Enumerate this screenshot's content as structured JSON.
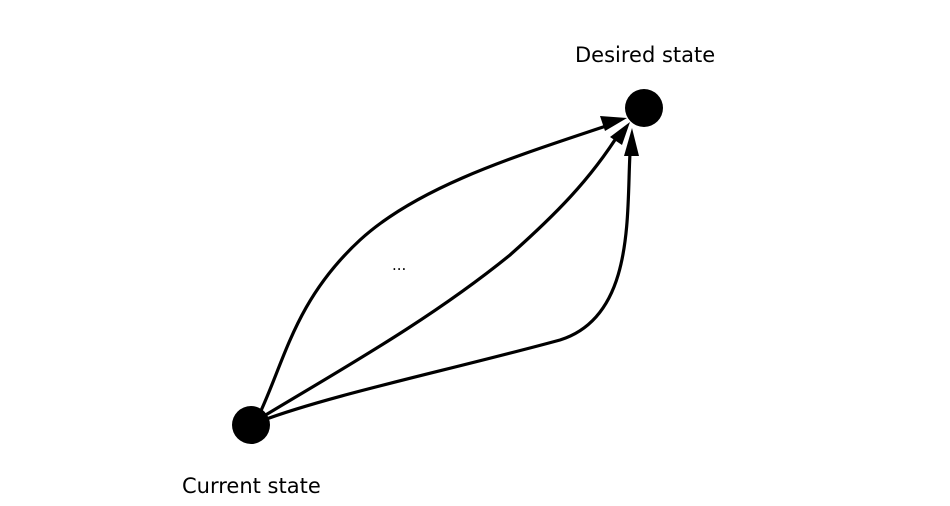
{
  "diagram": {
    "nodes": {
      "current": {
        "label": "Current state"
      },
      "desired": {
        "label": "Desired state"
      }
    },
    "more_paths_marker": "...",
    "paths": [
      {
        "from": "current",
        "to": "desired",
        "shape": "upper-curve"
      },
      {
        "from": "current",
        "to": "desired",
        "shape": "middle-curve"
      },
      {
        "from": "current",
        "to": "desired",
        "shape": "lower-curve"
      }
    ],
    "colors": {
      "node": "#000000",
      "edge": "#000000",
      "background": "#ffffff"
    }
  }
}
